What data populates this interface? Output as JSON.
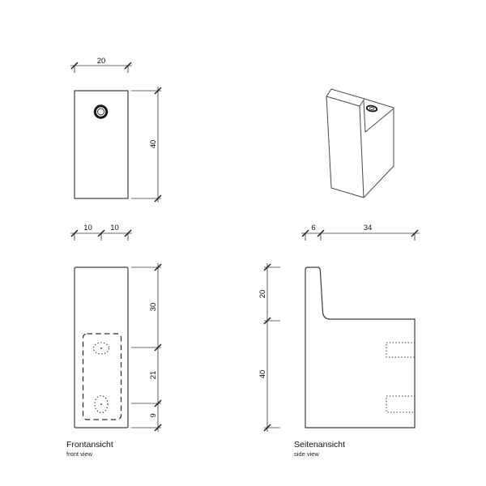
{
  "colors": {
    "background": "#ffffff",
    "object_line": "#3c3c3c",
    "dimension_line": "#3e3e3e",
    "text": "#141414"
  },
  "icons": {
    "screw_hole": "screw-hole-icon",
    "screw_hole_angled": "screw-hole-ellipse-icon"
  },
  "views": {
    "top_view": {
      "dims": {
        "width": "20",
        "height": "40"
      }
    },
    "front_view": {
      "title": "Frontansicht",
      "subtitle": "front view",
      "dims": {
        "half_left": "10",
        "half_right": "10",
        "upper": "30",
        "middle": "21",
        "lower": "9"
      }
    },
    "side_view": {
      "title": "Seitenansicht",
      "subtitle": "side view",
      "dims": {
        "hook_depth": "6",
        "body_depth": "34",
        "hook_height": "20",
        "body_height": "40"
      }
    }
  }
}
